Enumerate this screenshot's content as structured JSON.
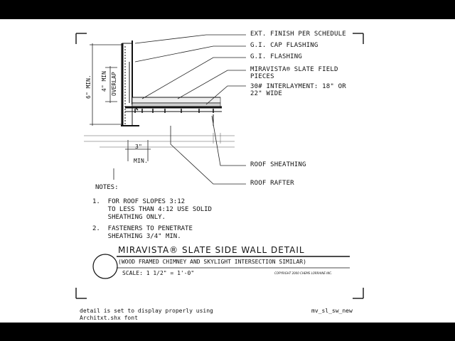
{
  "callouts": [
    "EXT. FINISH PER SCHEDULE",
    "G.I. CAP FLASHING",
    "G.I. FLASHING",
    "MIRAVISTA® SLATE FIELD",
    "PIECES",
    "30# INTERLAYMENT: 18\" OR",
    "22\" WIDE",
    "ROOF SHEATHING",
    "ROOF RAFTER"
  ],
  "dimensions": {
    "six_min": "6\" MIN.",
    "four_min": "4\" MIN",
    "overlap": "OVERLAP",
    "three": "3\"",
    "min": "MIN."
  },
  "notes": {
    "heading": "NOTES:",
    "items": [
      "1.  FOR ROOF SLOPES 3:12\n    TO LESS THAN 4:12 USE SOLID\n    SHEATHING ONLY.",
      "2.  FASTENERS TO PENETRATE\n    SHEATHING 3/4\" MIN."
    ]
  },
  "title_block": {
    "title": "MIRAVISTA® SLATE SIDE WALL DETAIL",
    "subtitle": "(WOOD FRAMED CHIMNEY AND SKYLIGHT INTERSECTION SIMILAR)",
    "scale": "SCALE:  1 1/2\" = 1'-0\"",
    "copyright": "COPYRIGHT 2000 CHEMS LORRAINE INC."
  },
  "footer": {
    "font_note_line1": "detail is set to display properly using",
    "font_note_line2": "Architxt.shx font",
    "file_name": "mv_sl_sw_new"
  }
}
